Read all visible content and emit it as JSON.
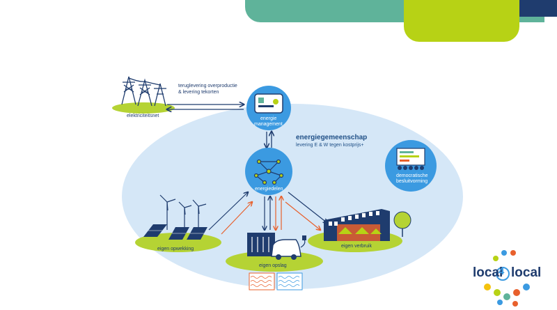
{
  "colors": {
    "teal": "#5fb39a",
    "lime": "#b7d215",
    "navy": "#1f3c6e",
    "light_blue": "#d5e7f7",
    "circle_blue": "#3b9ae1",
    "green": "#b5d334",
    "orange": "#e8602c"
  },
  "diagram": {
    "grid_label": "elektriciteitsnet",
    "grid_flow_label_line1": "teruglevering overproductie",
    "grid_flow_label_line2": "& levering tekorten",
    "energy_management_label_line1": "energie",
    "energy_management_label_line2": "management",
    "community_title": "energiegemeenschap",
    "community_subtitle": "levering E & W tegen kostprijs+",
    "energy_sharing_label": "energiedelen",
    "democratic_label_line1": "democratische",
    "democratic_label_line2": "besluitvorming",
    "own_generation_label": "eigen opwekking",
    "own_storage_label": "eigen opslag",
    "own_consumption_label": "eigen verbruik"
  },
  "logo": {
    "left": "local",
    "middle": "4",
    "right": "local"
  }
}
